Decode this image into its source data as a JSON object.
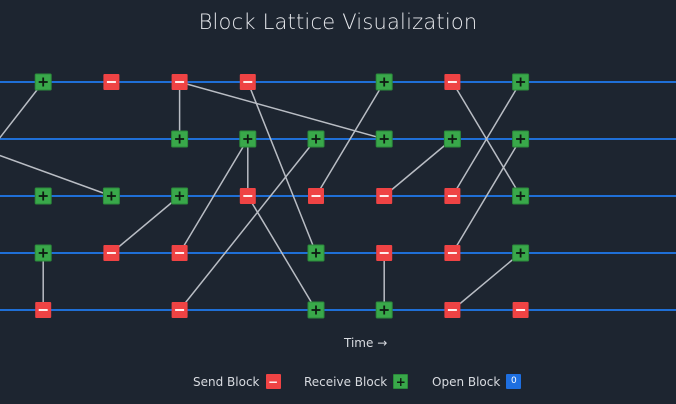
{
  "title": "Block Lattice Visualization",
  "time_label": "Time",
  "time_arrow": "→",
  "colors": {
    "background": "#1d2530",
    "chain_line": "#1f6fd6",
    "link": "#b9bdc4",
    "send": "#ef4344",
    "receive": "#39a84a",
    "open": "#1e6fe0"
  },
  "legend": [
    {
      "label": "Send Block",
      "type": "send",
      "glyph": "−",
      "icon": "send-block-icon"
    },
    {
      "label": "Receive Block",
      "type": "receive",
      "glyph": "+",
      "icon": "receive-block-icon"
    },
    {
      "label": "Open Block",
      "type": "open",
      "glyph": "0",
      "icon": "open-block-icon"
    }
  ],
  "lattice": {
    "chains": 5,
    "blocks": [
      {
        "chain": 0,
        "col": 1,
        "type": "receive"
      },
      {
        "chain": 0,
        "col": 2,
        "type": "send"
      },
      {
        "chain": 0,
        "col": 3,
        "type": "send"
      },
      {
        "chain": 0,
        "col": 4,
        "type": "send"
      },
      {
        "chain": 0,
        "col": 6,
        "type": "receive"
      },
      {
        "chain": 0,
        "col": 7,
        "type": "send"
      },
      {
        "chain": 0,
        "col": 8,
        "type": "receive"
      },
      {
        "chain": 1,
        "col": 3,
        "type": "receive"
      },
      {
        "chain": 1,
        "col": 4,
        "type": "receive"
      },
      {
        "chain": 1,
        "col": 5,
        "type": "receive"
      },
      {
        "chain": 1,
        "col": 6,
        "type": "receive"
      },
      {
        "chain": 1,
        "col": 7,
        "type": "receive"
      },
      {
        "chain": 1,
        "col": 8,
        "type": "receive"
      },
      {
        "chain": 2,
        "col": 1,
        "type": "receive"
      },
      {
        "chain": 2,
        "col": 2,
        "type": "receive"
      },
      {
        "chain": 2,
        "col": 3,
        "type": "receive"
      },
      {
        "chain": 2,
        "col": 4,
        "type": "send"
      },
      {
        "chain": 2,
        "col": 5,
        "type": "send"
      },
      {
        "chain": 2,
        "col": 6,
        "type": "send"
      },
      {
        "chain": 2,
        "col": 7,
        "type": "send"
      },
      {
        "chain": 2,
        "col": 8,
        "type": "receive"
      },
      {
        "chain": 3,
        "col": 1,
        "type": "receive"
      },
      {
        "chain": 3,
        "col": 2,
        "type": "send"
      },
      {
        "chain": 3,
        "col": 3,
        "type": "send"
      },
      {
        "chain": 3,
        "col": 5,
        "type": "receive"
      },
      {
        "chain": 3,
        "col": 6,
        "type": "send"
      },
      {
        "chain": 3,
        "col": 7,
        "type": "send"
      },
      {
        "chain": 3,
        "col": 8,
        "type": "receive"
      },
      {
        "chain": 4,
        "col": 1,
        "type": "send"
      },
      {
        "chain": 4,
        "col": 3,
        "type": "send"
      },
      {
        "chain": 4,
        "col": 5,
        "type": "receive"
      },
      {
        "chain": 4,
        "col": 6,
        "type": "receive"
      },
      {
        "chain": 4,
        "col": 7,
        "type": "send"
      },
      {
        "chain": 4,
        "col": 8,
        "type": "send"
      }
    ],
    "links": [
      {
        "from": [
          0,
          3
        ],
        "to": [
          1,
          3
        ]
      },
      {
        "from": [
          0,
          3
        ],
        "to": [
          1,
          6
        ]
      },
      {
        "from": [
          0,
          4
        ],
        "to": [
          3,
          5
        ]
      },
      {
        "from": [
          0,
          6
        ],
        "to": [
          2,
          5
        ]
      },
      {
        "from": [
          0,
          7
        ],
        "to": [
          2,
          8
        ]
      },
      {
        "from": [
          0,
          8
        ],
        "to": [
          2,
          7
        ]
      },
      {
        "from": [
          1,
          4
        ],
        "to": [
          2,
          4
        ]
      },
      {
        "from": [
          1,
          4
        ],
        "to": [
          3,
          3
        ]
      },
      {
        "from": [
          1,
          5
        ],
        "to": [
          4,
          3
        ]
      },
      {
        "from": [
          1,
          7
        ],
        "to": [
          2,
          6
        ]
      },
      {
        "from": [
          1,
          8
        ],
        "to": [
          3,
          7
        ]
      },
      {
        "from": [
          2,
          3
        ],
        "to": [
          3,
          2
        ]
      },
      {
        "from": [
          2,
          4
        ],
        "to": [
          4,
          5
        ]
      },
      {
        "from": [
          3,
          1
        ],
        "to": [
          4,
          1
        ]
      },
      {
        "from": [
          3,
          6
        ],
        "to": [
          4,
          6
        ]
      },
      {
        "from": [
          3,
          8
        ],
        "to": [
          4,
          7
        ]
      },
      {
        "from": [
          0,
          1
        ],
        "to": [
          2,
          -0.3
        ]
      },
      {
        "from": [
          2,
          2
        ],
        "to": [
          1,
          -0.3
        ]
      },
      {
        "from": [
          2,
          -0.3
        ],
        "to": [
          1.4,
          -0.3
        ]
      }
    ]
  }
}
